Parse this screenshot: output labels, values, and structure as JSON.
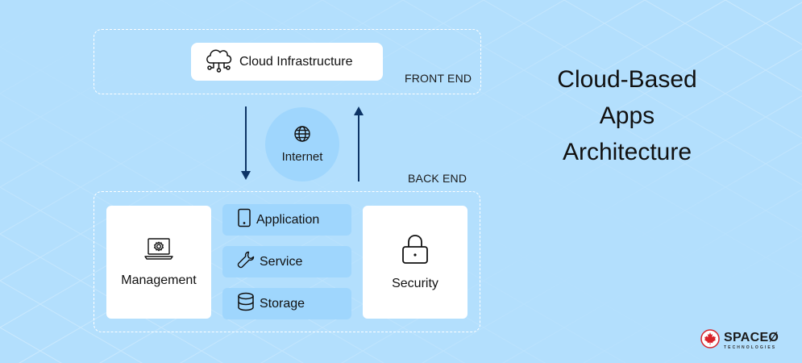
{
  "diagram": {
    "title_lines": [
      "Cloud-Based",
      "Apps",
      "Architecture"
    ],
    "front_end": {
      "label": "FRONT END",
      "node": {
        "label": "Cloud Infrastructure",
        "icon": "cloud-network-icon"
      }
    },
    "connector": {
      "label": "Internet",
      "icon": "globe-icon",
      "arrows": [
        {
          "direction": "down",
          "from": "front-end",
          "to": "back-end"
        },
        {
          "direction": "up",
          "from": "back-end",
          "to": "front-end"
        }
      ]
    },
    "back_end": {
      "label": "BACK END",
      "left": {
        "label": "Management",
        "icon": "laptop-gear-icon"
      },
      "middle": [
        {
          "label": "Application",
          "icon": "mobile-phone-icon"
        },
        {
          "label": "Service",
          "icon": "wrench-icon"
        },
        {
          "label": "Storage",
          "icon": "database-icon"
        }
      ],
      "right": {
        "label": "Security",
        "icon": "padlock-icon"
      }
    }
  },
  "logo": {
    "brand": "SPACEØ",
    "subtitle": "TECHNOLOGIES",
    "icon": "maple-leaf-icon"
  },
  "colors": {
    "background": "#b3dffd",
    "pill": "#9fd6fd",
    "card": "#ffffff",
    "arrow": "#0d3466",
    "logo_red": "#d8232a"
  }
}
